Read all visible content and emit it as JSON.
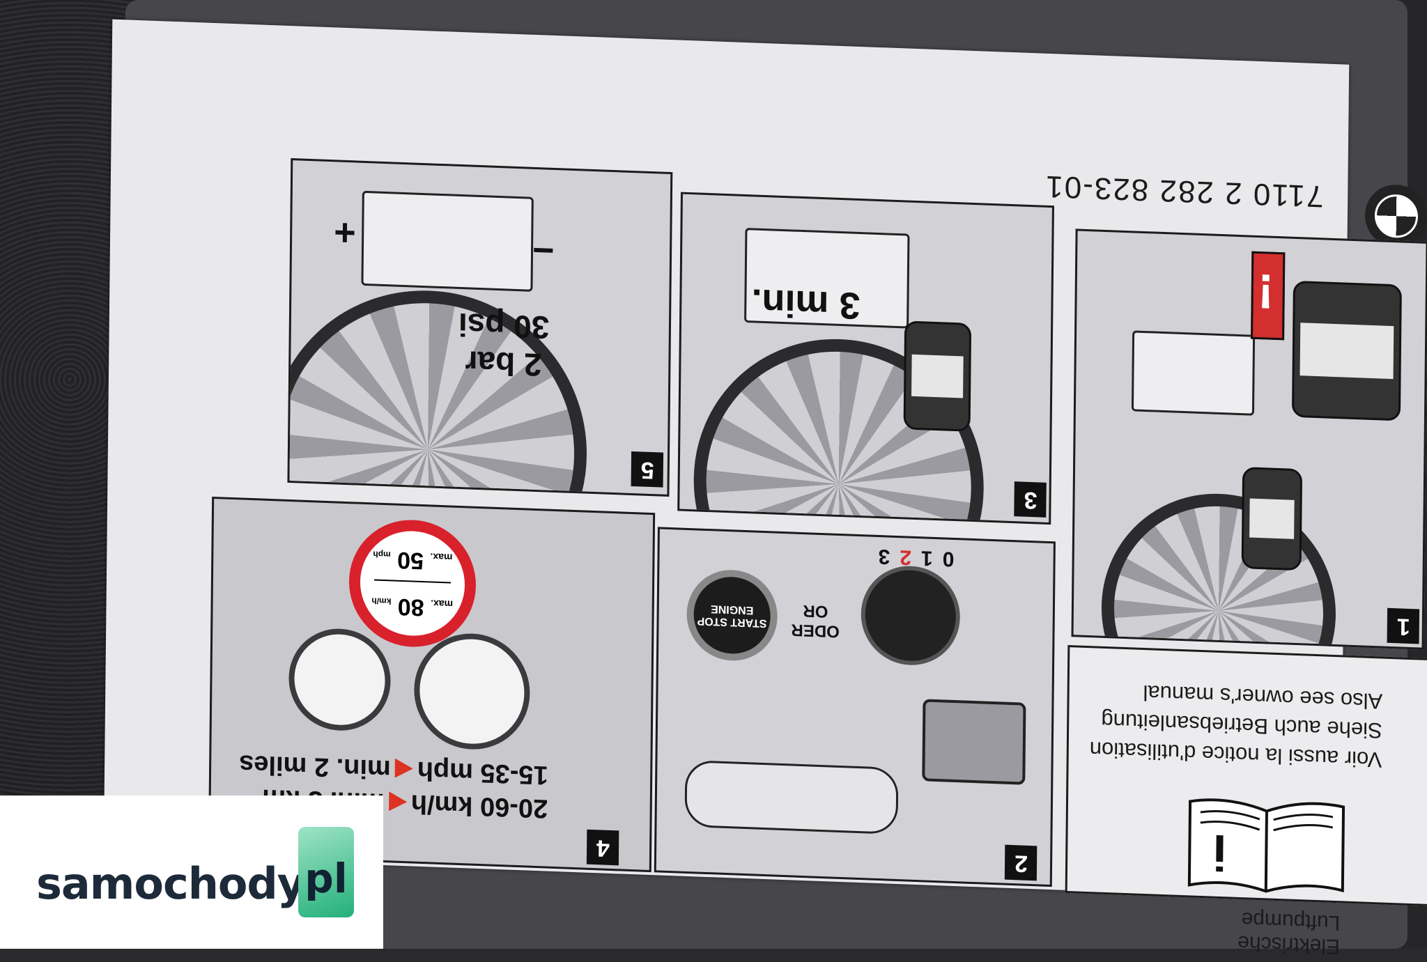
{
  "label": {
    "part_number": "7110  2 282 823-01",
    "footer_title": "Elektrische Luftpumpe",
    "brand_logo_icon": "bmw-roundel-icon"
  },
  "manual_panel": {
    "lines": [
      "Also see owner's manual",
      "Siehe auch Betriebsanleitung",
      "Voir aussi la notice d'utilisation"
    ],
    "icon": "info-book-icon",
    "icon_glyph": "i"
  },
  "panels": {
    "p1": {
      "number": "1",
      "callout": "!"
    },
    "p2": {
      "number": "2",
      "or_label": "OR",
      "oder_label": "ODER",
      "button_text": "START STOP ENGINE",
      "key_positions": [
        "0",
        "1",
        "2",
        "3"
      ]
    },
    "p3": {
      "number": "3",
      "time": "3 min."
    },
    "p4": {
      "number": "4",
      "line1_speed": "20-60 km/h",
      "line1_dist": "min. 3 km",
      "line2_speed": "15-35 mph",
      "line2_dist": "min. 2 miles",
      "sign_max_kmh_label": "max.",
      "sign_max_kmh": "80",
      "sign_kmh_unit": "km/h",
      "sign_max_mph_label": "max.",
      "sign_max_mph": "50",
      "sign_mph_unit": "mph"
    },
    "p5": {
      "number": "5",
      "pressure_bar": "2 bar",
      "pressure_psi": "30 psi",
      "plus": "+",
      "minus": "−"
    }
  },
  "watermark": {
    "text": "samochody",
    "suffix": "pl"
  },
  "colors": {
    "accent_red": "#d32f2f",
    "card": "#e9e9ec",
    "box": "#47464a",
    "watermark_green": "#22b07a"
  }
}
